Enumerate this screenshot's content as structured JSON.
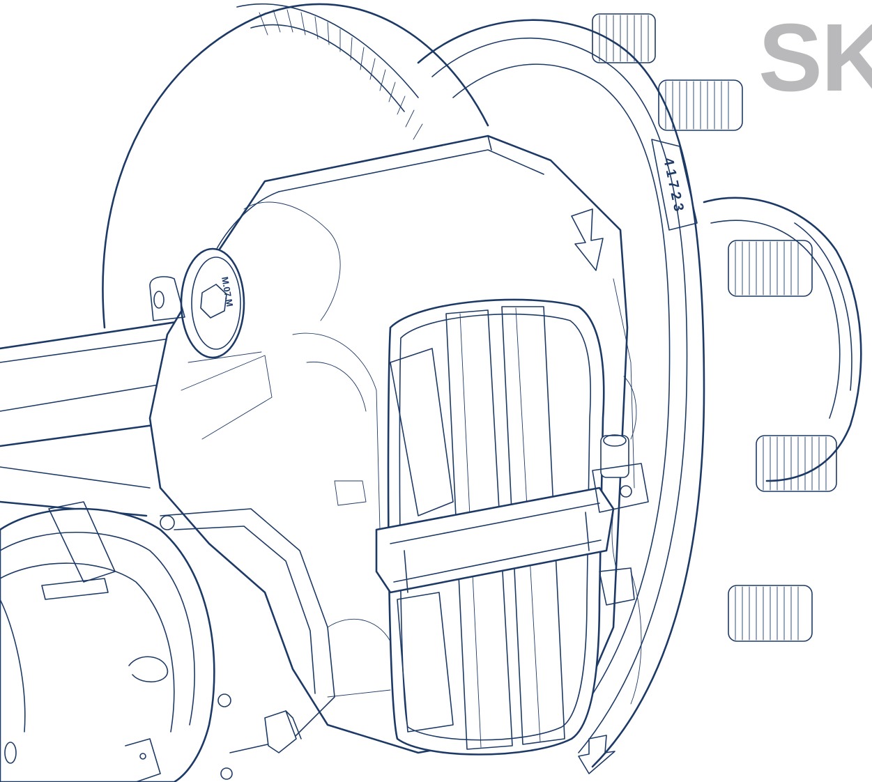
{
  "brand": {
    "text": "SK",
    "color": "#b9b9bc"
  },
  "illustration": {
    "subject": "brake-assembly-line-drawing",
    "line_color": "#1d3a66",
    "background_color": "#ffffff"
  },
  "engravings": {
    "rotor_marking": "4 1 7 2 3",
    "caliper_plug_marking": "M.07.M"
  }
}
